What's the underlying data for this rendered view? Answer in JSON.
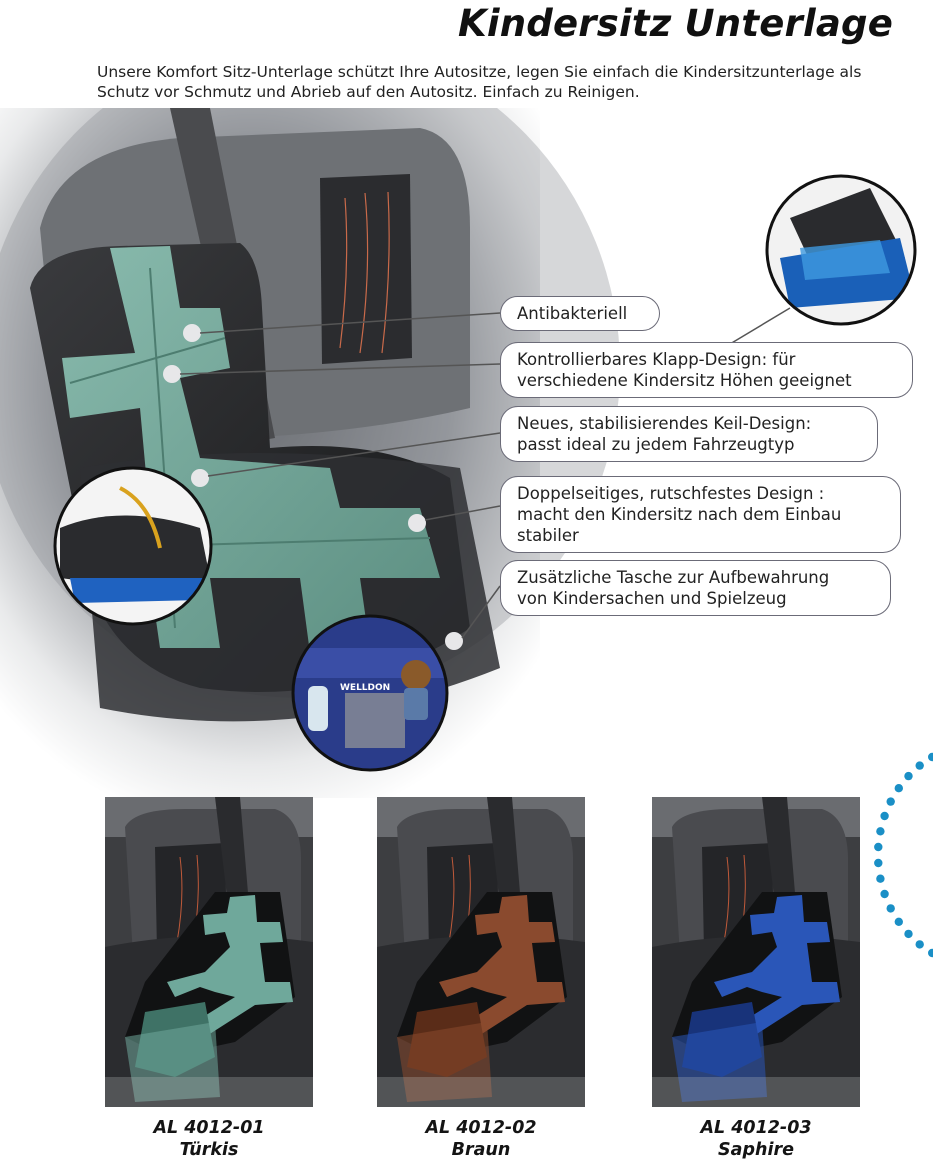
{
  "page": {
    "title": "Kindersitz Unterlage",
    "intro": "Unsere Komfort Sitz-Unterlage schützt Ihre Autositze, legen Sie einfach die Kindersitzunterlage als Schutz vor Schmutz und Abrieb auf den Autositz. Einfach zu Reinigen."
  },
  "callouts": [
    {
      "lines": [
        "Antibakteriell"
      ]
    },
    {
      "lines": [
        "Kontrollierbares Klapp-Design: für",
        "verschiedene Kindersitz Höhen geeignet"
      ]
    },
    {
      "lines": [
        "Neues, stabilisierendes Keil-Design:",
        "passt ideal zu jedem Fahrzeugtyp"
      ]
    },
    {
      "lines": [
        "Doppelseitiges, rutschfestes Design :",
        "macht den Kindersitz nach dem Einbau",
        "stabiler"
      ]
    },
    {
      "lines": [
        "Zusätzliche Tasche zur Aufbewahrung",
        "von Kindersachen und Spielzeug"
      ]
    }
  ],
  "inset": {
    "brand_label": "WELLDON"
  },
  "products": [
    {
      "code": "AL 4012-01",
      "color": "Türkis",
      "pad_color": "#6fa89b",
      "pad_dark": "#3f7266"
    },
    {
      "code": "AL 4012-02",
      "color": "Braun",
      "pad_color": "#8a4a2e",
      "pad_dark": "#5a2c18"
    },
    {
      "code": "AL 4012-03",
      "color": "Saphire",
      "pad_color": "#2a56b8",
      "pad_dark": "#18337a"
    }
  ],
  "colors": {
    "accent_dots": "#1a8fc6",
    "callout_border": "#6b6b78",
    "hero_pad": "#7fb3a6"
  }
}
